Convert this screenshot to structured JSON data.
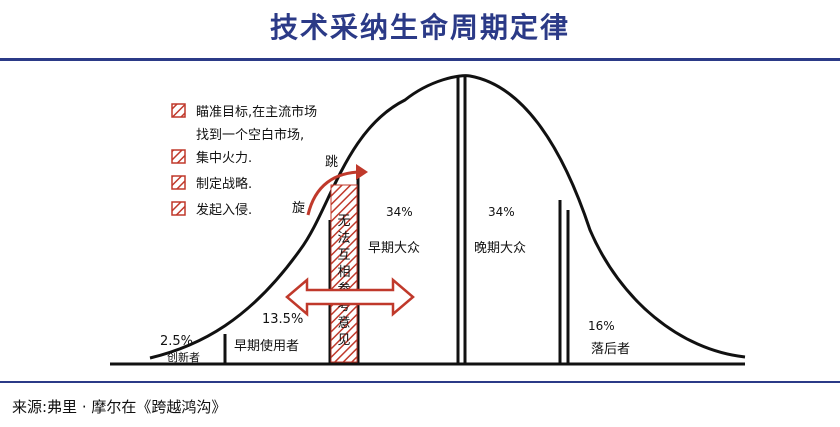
{
  "title": "技术采纳生命周期定律",
  "source": "来源:弗里 · 摩尔在《跨越鸿沟》",
  "legend": [
    "瞄准目标,在主流市场",
    "找到一个空白市场,",
    "集中火力.",
    "制定战略.",
    "发起入侵."
  ],
  "segments": [
    {
      "pct": "2.5%",
      "label": "创新者"
    },
    {
      "pct": "13.5%",
      "label": "早期使用者"
    },
    {
      "pct": "34%",
      "label": "早期大众"
    },
    {
      "pct": "34%",
      "label": "晚期大众"
    },
    {
      "pct": "16%",
      "label": "落后者"
    }
  ],
  "chasm": {
    "label_chars": [
      "无",
      "法",
      "互",
      "相",
      "参",
      "考",
      "意",
      "见"
    ],
    "arrow_from": "旋",
    "arrow_to": "跳"
  },
  "colors": {
    "title": "#2b3a87",
    "accent_red": "#c0392b",
    "curve": "#111111"
  }
}
